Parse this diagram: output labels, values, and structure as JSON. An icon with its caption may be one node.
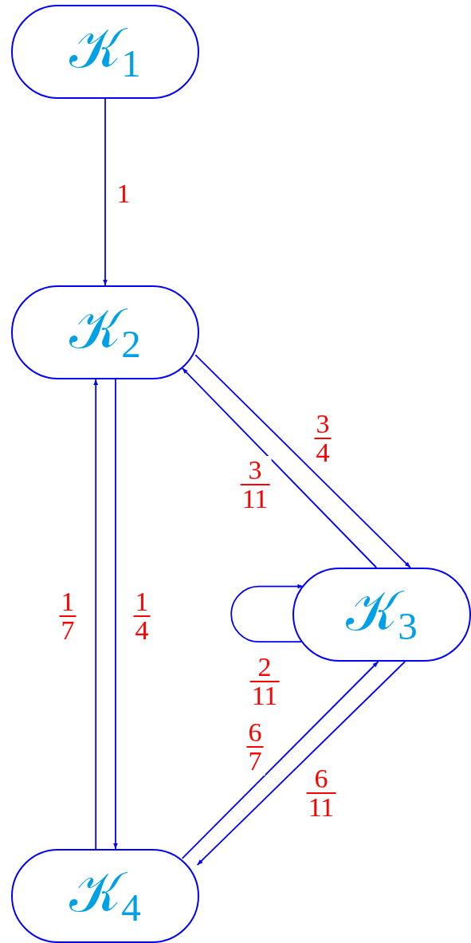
{
  "diagram": {
    "nodes": [
      {
        "text": [
          "𝒦$_{1}$"
        ]
      },
      {
        "text": [
          "𝒦$_{2}$"
        ]
      },
      {
        "text": [
          "𝒦$_{3}$"
        ]
      },
      {
        "text": [
          "𝒦$_{4}$"
        ]
      }
    ],
    "edges": [
      {
        "from": 0,
        "to": 1,
        "arrow": "to",
        "label": "1"
      },
      {
        "from": 1,
        "to": 2,
        "arrow": "to",
        "label": "3/4"
      },
      {
        "from": 2,
        "to": 1,
        "arrow": "to",
        "label": "3/11"
      },
      {
        "from": 2,
        "to": 2,
        "arrow": "to",
        "label": "2/11"
      },
      {
        "from": 2,
        "to": 3,
        "arrow": "to",
        "label": "6/11"
      },
      {
        "from": 3,
        "to": 2,
        "arrow": "to",
        "label": "6/7"
      },
      {
        "from": 1,
        "to": 3,
        "arrow": "to",
        "label": "1/4"
      },
      {
        "from": 3,
        "to": 1,
        "arrow": "to",
        "label": "1/7"
      }
    ]
  }
}
